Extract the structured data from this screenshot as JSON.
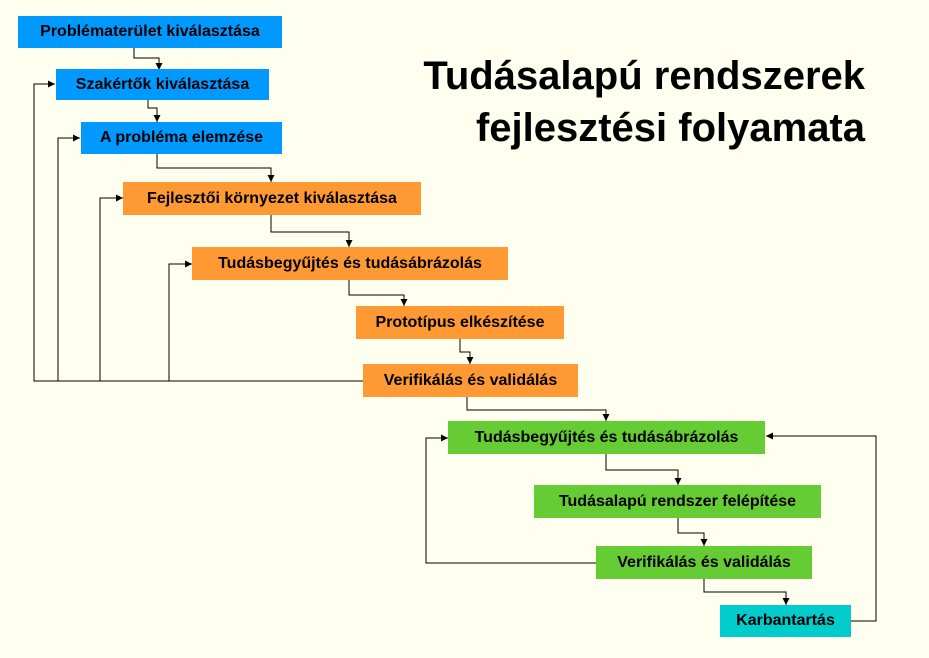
{
  "title": {
    "line1": "Tudásalapú rendszerek",
    "line2": "fejlesztési folyamata"
  },
  "colors": {
    "blue": "#0099FF",
    "orange": "#FF9933",
    "green": "#66CC33",
    "cyan": "#00CCCC",
    "background": "#FFFFF0"
  },
  "steps": [
    {
      "id": "s1",
      "label": "Problématerület kiválasztása",
      "color": "blue"
    },
    {
      "id": "s2",
      "label": "Szakértők kiválasztása",
      "color": "blue"
    },
    {
      "id": "s3",
      "label": "A probléma elemzése",
      "color": "blue"
    },
    {
      "id": "s4",
      "label": "Fejlesztői környezet kiválasztása",
      "color": "orange"
    },
    {
      "id": "s5",
      "label": "Tudásbegyűjtés és tudásábrázolás",
      "color": "orange"
    },
    {
      "id": "s6",
      "label": "Prototípus elkészítése",
      "color": "orange"
    },
    {
      "id": "s7",
      "label": "Verifikálás és validálás",
      "color": "orange"
    },
    {
      "id": "s8",
      "label": "Tudásbegyűjtés és tudásábrázolás",
      "color": "green"
    },
    {
      "id": "s9",
      "label": "Tudásalapú rendszer felépítése",
      "color": "green"
    },
    {
      "id": "s10",
      "label": "Verifikálás és validálás",
      "color": "green"
    },
    {
      "id": "s11",
      "label": "Karbantartás",
      "color": "cyan"
    }
  ]
}
